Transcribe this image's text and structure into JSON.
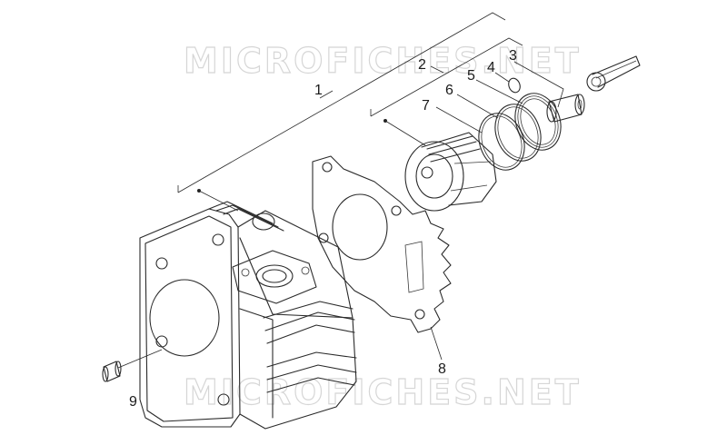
{
  "watermark": {
    "top": "MICROFICHES.NET",
    "bottom": "MICROFICHES.NET"
  },
  "callouts": {
    "c1": "1",
    "c2": "2",
    "c3": "3",
    "c4": "4",
    "c5": "5",
    "c6": "6",
    "c7": "7",
    "c8": "8",
    "c9": "9"
  }
}
